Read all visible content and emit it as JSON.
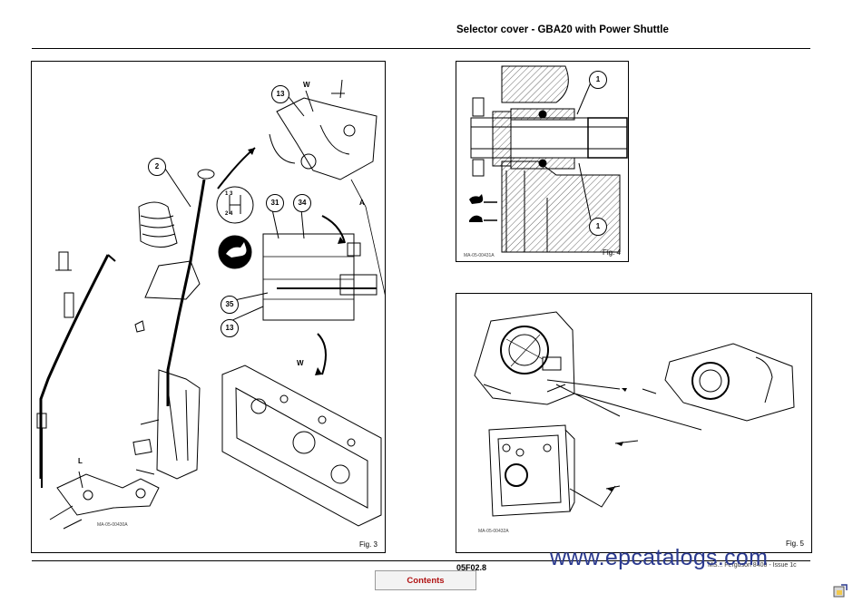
{
  "header": {
    "title": "Selector cover - GBA20 with Power Shuttle"
  },
  "figures": {
    "fig3": {
      "label": "Fig. 3",
      "drawing_code": "MA-05-00430A",
      "callouts": [
        "13",
        "2",
        "31",
        "34",
        "35",
        "13"
      ],
      "letters": [
        "W",
        "A",
        "W",
        "L"
      ],
      "gate": {
        "top": "1 3",
        "bottom": "2 4"
      }
    },
    "fig4": {
      "label": "Fig. 4",
      "drawing_code": "MA-05-00431A",
      "callouts": [
        "1",
        "1"
      ]
    },
    "fig5": {
      "label": "Fig. 5",
      "drawing_code": "MA-05-00432A"
    }
  },
  "footer": {
    "page_number": "05F02.8",
    "right_text": "MS... Ferguson 8400 - Issue 1c",
    "watermark": "www.epcatalogs.com",
    "contents_label": "Contents"
  },
  "icons": [
    "hare-icon",
    "tortoise-icon",
    "corner-app-icon"
  ]
}
